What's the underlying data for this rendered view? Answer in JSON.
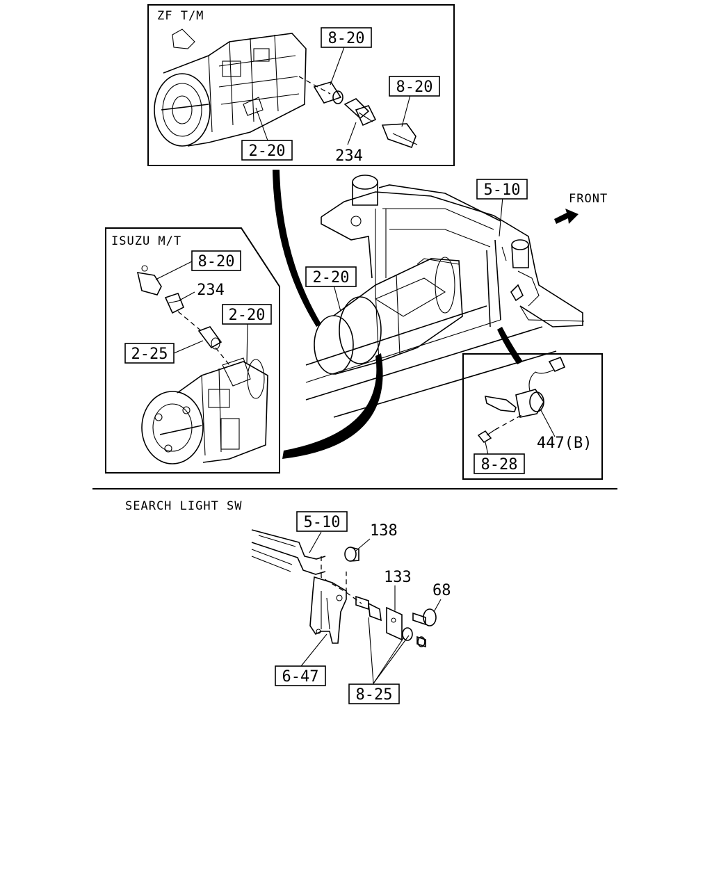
{
  "insets": {
    "zf": {
      "title": "ZF T/M",
      "refs": [
        "8-20",
        "8-20",
        "2-20"
      ],
      "part": "234"
    },
    "isuzu": {
      "title": "ISUZU M/T",
      "refs": [
        "8-20",
        "2-20",
        "2-25"
      ],
      "part": "234"
    },
    "switch": {
      "part": "447(B)",
      "ref": "8-28"
    }
  },
  "main": {
    "ref_bracket": "5-10",
    "ref_transmission": "2-20",
    "front_label": "FRONT"
  },
  "search_light": {
    "title": "SEARCH LIGHT SW",
    "ref_top": "5-10",
    "ref_bracket": "6-47",
    "ref_bolts": "8-25",
    "parts": [
      "138",
      "133",
      "68"
    ]
  },
  "icons": [
    "front-arrow-icon"
  ]
}
